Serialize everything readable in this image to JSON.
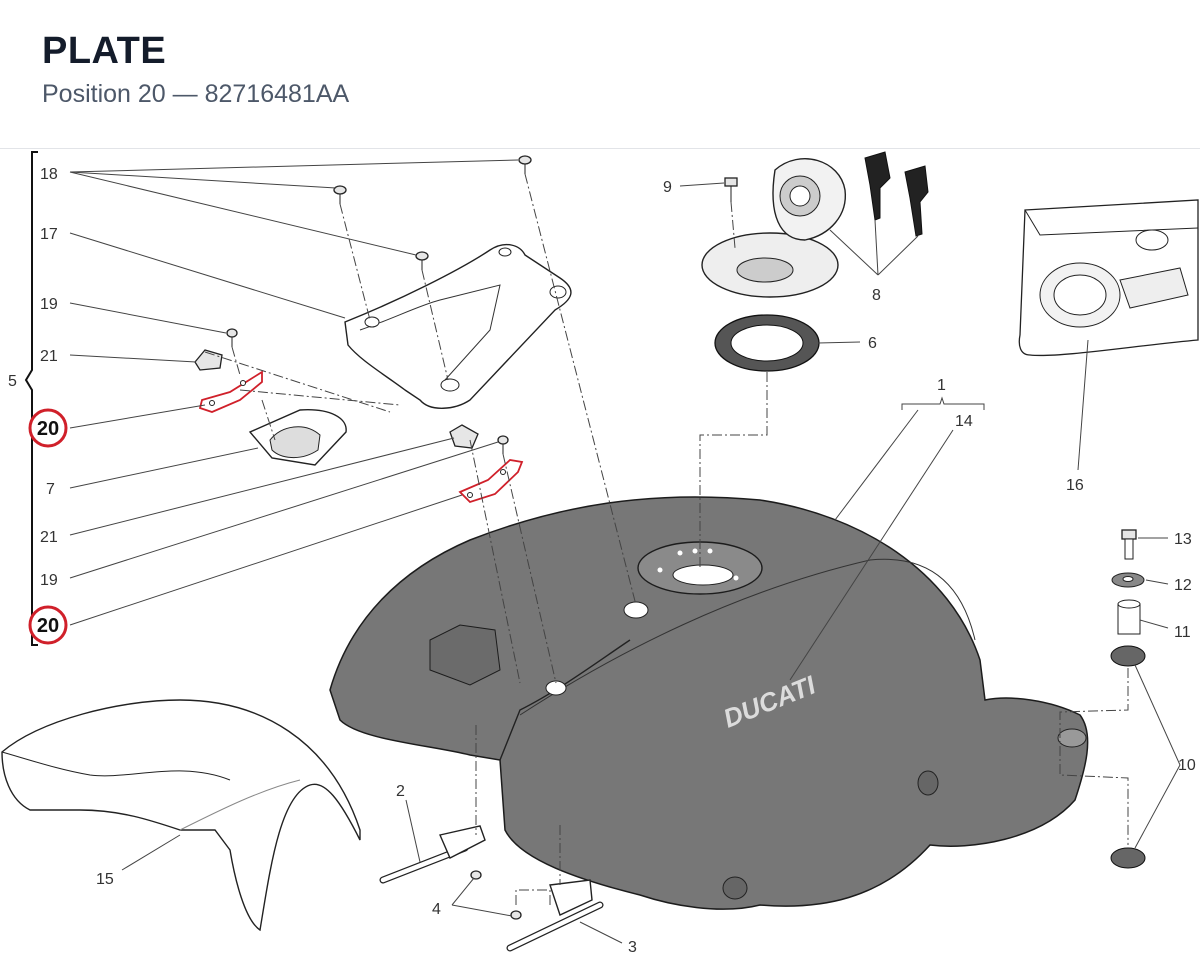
{
  "header": {
    "title": "PLATE",
    "subtitle": "Position 20 — 82716481AA"
  },
  "diagram": {
    "highlight_color": "#d0202a",
    "callout_label": "20",
    "labels": {
      "l1": "1",
      "l2": "2",
      "l3": "3",
      "l4": "4",
      "l5": "5",
      "l6": "6",
      "l7": "7",
      "l8": "8",
      "l9": "9",
      "l10": "10",
      "l11": "11",
      "l12": "12",
      "l13": "13",
      "l14": "14",
      "l15": "15",
      "l16": "16",
      "l17": "17",
      "l18": "18",
      "l19a": "19",
      "l19b": "19",
      "l21a": "21",
      "l21b": "21"
    },
    "tank_logo": "DUCATI"
  }
}
